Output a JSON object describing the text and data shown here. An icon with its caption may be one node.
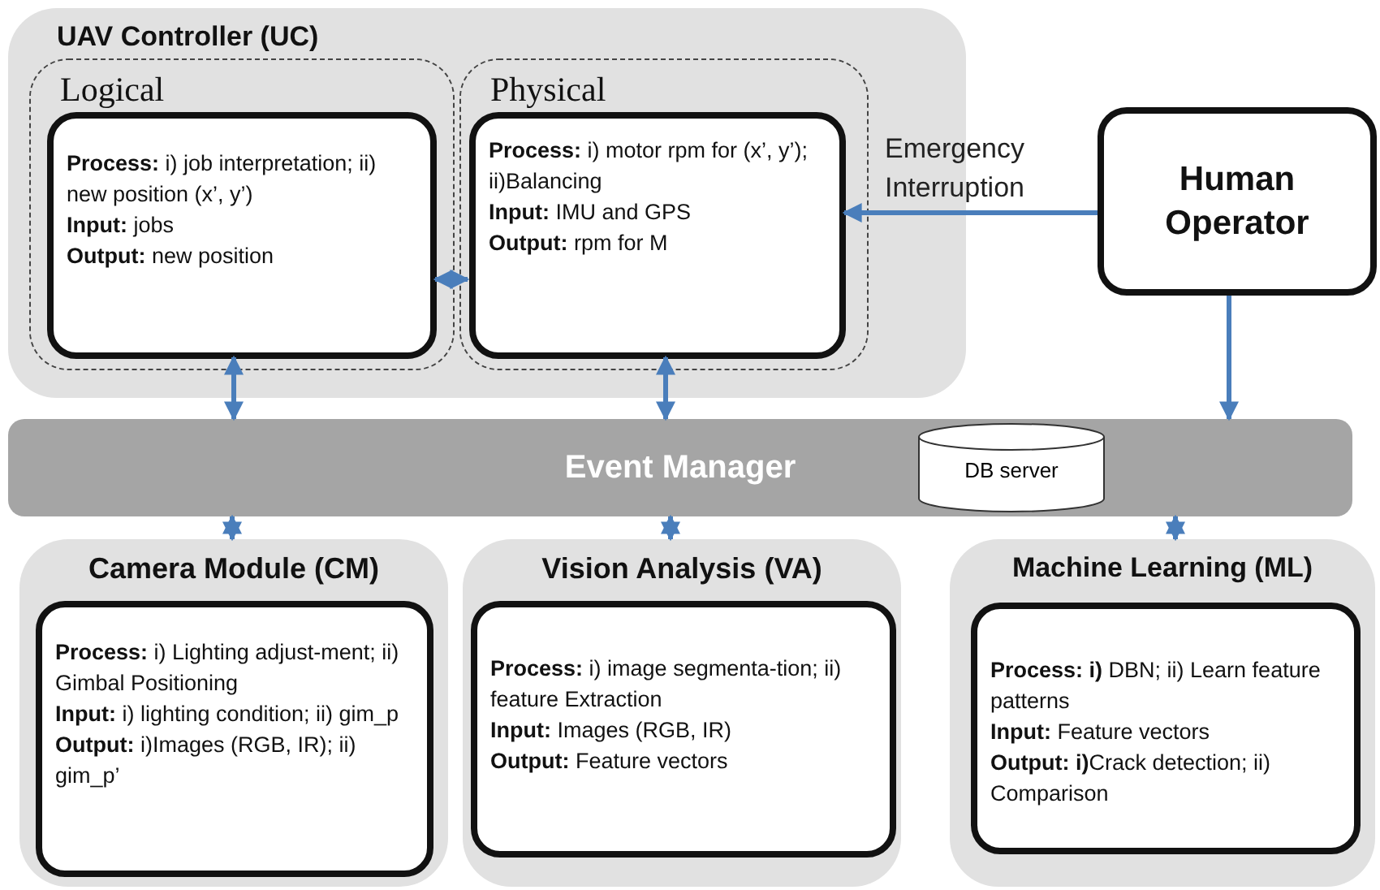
{
  "diagram": {
    "nodes": [
      {
        "text": [
          "UAV Controller (UC)"
        ]
      },
      {
        "text": [
          "Logical"
        ],
        "in": 0
      },
      {
        "text": [
          "**Process:** i) job interpretation; ii) new position (x’, y’)",
          "**Input:** jobs",
          "**Output:** new position"
        ],
        "in": 1
      },
      {
        "text": [
          "Physical"
        ],
        "in": 0
      },
      {
        "text": [
          "**Process:** i) motor rpm for (x’, y’); ii)Balancing",
          "**Input:** IMU and GPS",
          "**Output:** rpm for M"
        ],
        "in": 3
      },
      {
        "text": [
          "Human Operator"
        ]
      },
      {
        "text": [
          "Event Manager"
        ]
      },
      {
        "text": [
          "DB server"
        ],
        "in": 6
      },
      {
        "text": [
          "Camera Module (CM)"
        ]
      },
      {
        "text": [
          "**Process:** i) Lighting adjust-ment; ii) Gimbal Positioning",
          "**Input:** i) lighting condition; ii) gim_p",
          "**Output:** i)Images (RGB, IR); ii) gim_p’"
        ],
        "in": 8
      },
      {
        "text": [
          "Vision Analysis (VA)"
        ]
      },
      {
        "text": [
          "**Process:** i) image segmenta-tion; ii) feature Extraction",
          "**Input:** Images (RGB, IR)",
          "**Output:** Feature vectors"
        ],
        "in": 10
      },
      {
        "text": [
          "Machine Learning (ML)"
        ]
      },
      {
        "text": [
          "**Process: i)** DBN; ii) Learn feature patterns",
          "**Input:** Feature vectors",
          "**Output: i)**Crack detection; ii) Comparison"
        ],
        "in": 12
      }
    ],
    "edges": [
      {
        "from": 2,
        "to": 4,
        "arrow": "both"
      },
      {
        "from": 5,
        "to": 4,
        "arrow": "to",
        "label": "Emergency Interruption"
      },
      {
        "from": 5,
        "to": 6,
        "arrow": "to"
      },
      {
        "from": 2,
        "to": 6,
        "arrow": "both"
      },
      {
        "from": 4,
        "to": 6,
        "arrow": "both"
      },
      {
        "from": 6,
        "to": 8,
        "arrow": "both"
      },
      {
        "from": 6,
        "to": 10,
        "arrow": "both"
      },
      {
        "from": 6,
        "to": 12,
        "arrow": "both"
      }
    ]
  }
}
